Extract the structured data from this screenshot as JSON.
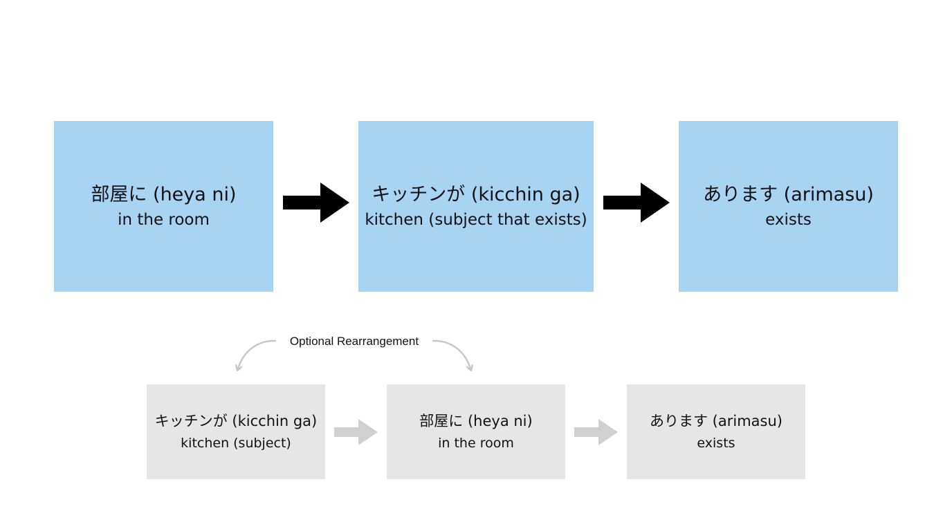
{
  "main_row": [
    {
      "japanese": "部屋に (heya ni)",
      "english": "in the room"
    },
    {
      "japanese": "キッチンが (kicchin ga)",
      "english": "kitchen (subject that exists)"
    },
    {
      "japanese": "あります (arimasu)",
      "english": "exists"
    }
  ],
  "rearranged_label": "Optional Rearrangement",
  "alt_row": [
    {
      "japanese": "キッチンが (kicchin ga)",
      "english": "kitchen (subject)"
    },
    {
      "japanese": "部屋に (heya ni)",
      "english": "in the room"
    },
    {
      "japanese": "あります (arimasu)",
      "english": "exists"
    }
  ],
  "colors": {
    "main_box": "#a7d4f2",
    "alt_box": "#e6e6e6",
    "main_arrow": "#000000",
    "alt_arrow": "#d0d0d0",
    "curve_arrow": "#c8c8c8"
  }
}
